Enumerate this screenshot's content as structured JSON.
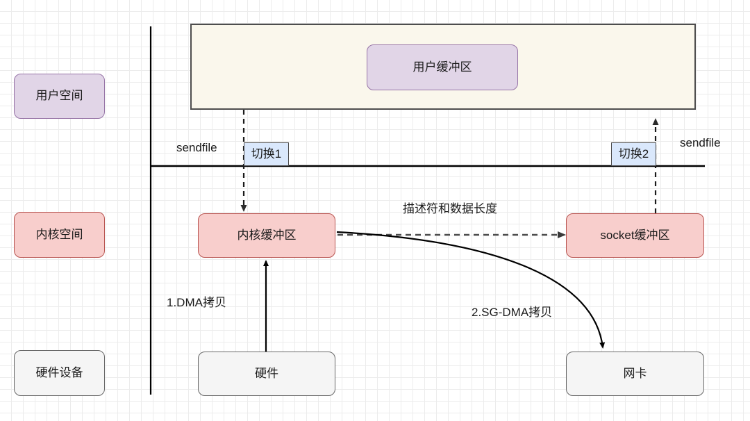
{
  "diagram": {
    "title": "sendfile zero-copy data flow",
    "legend": [
      {
        "label": "用户空间",
        "name": "legend-user-space"
      },
      {
        "label": "内核空间",
        "name": "legend-kernel-space"
      },
      {
        "label": "硬件设备",
        "name": "legend-hardware-device"
      }
    ],
    "nodes": {
      "user_buffer": "用户缓冲区",
      "kernel_buffer": "内核缓冲区",
      "socket_buffer": "socket缓冲区",
      "hardware": "硬件",
      "network_card": "网卡"
    },
    "switches": {
      "switch1": "切换1",
      "switch2": "切换2"
    },
    "labels": {
      "sendfile_left": "sendfile",
      "sendfile_right": "sendfile",
      "descriptor": "描述符和数据长度",
      "dma_copy": "1.DMA拷贝",
      "sg_dma_copy": "2.SG-DMA拷贝"
    },
    "colors": {
      "user_fill": "#e1d5e7",
      "user_stroke": "#9673a6",
      "kernel_fill": "#f8cecc",
      "kernel_stroke": "#b85450",
      "hardware_fill": "#f5f5f5",
      "hardware_stroke": "#666666",
      "switch_fill": "#dae8fc",
      "switch_stroke": "#4a4a4a",
      "container_fill": "#faf7ec",
      "container_stroke": "#4d4d4d",
      "line": "#000000",
      "grid_minor": "#ececec",
      "grid_major": "#dadada"
    }
  }
}
